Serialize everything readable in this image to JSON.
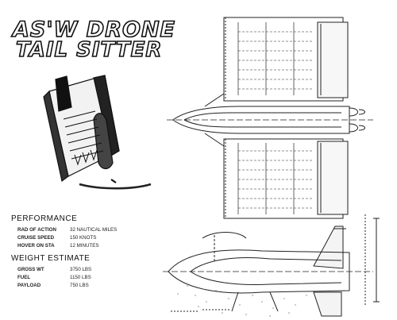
{
  "title": {
    "line1": "AS'W DRONE",
    "line2": "TAIL SITTER"
  },
  "performance": {
    "heading": "PERFORMANCE",
    "rows": [
      {
        "label": "RAD OF ACTION",
        "value": "32 NAUTICAL MILES"
      },
      {
        "label": "CRUISE SPEED",
        "value": "150 KNOTS"
      },
      {
        "label": "HOVER ON STA",
        "value": "12 MINUTES"
      }
    ]
  },
  "weight": {
    "heading": "WEIGHT ESTIMATE",
    "rows": [
      {
        "label": "GROSS WT",
        "value": "3750 LBS"
      },
      {
        "label": "FUEL",
        "value": "1150 LBS"
      },
      {
        "label": "PAYLOAD",
        "value": "750 LBS"
      }
    ]
  }
}
